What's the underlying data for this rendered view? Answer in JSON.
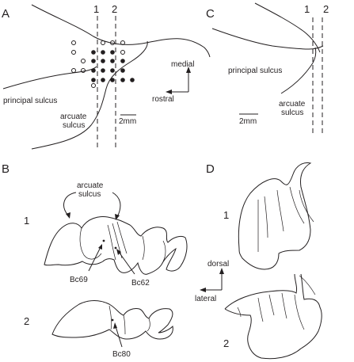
{
  "panels": {
    "a": "A",
    "b": "B",
    "c": "C",
    "d": "D"
  },
  "panel_a": {
    "line_1": "1",
    "line_2": "2",
    "principal_sulcus": "principal sulcus",
    "arcuate_line1": "arcuate",
    "arcuate_line2": "sulcus",
    "scale": "2mm",
    "medial": "medial",
    "rostral": "rostral"
  },
  "panel_b": {
    "arcuate_line1": "arcuate",
    "arcuate_line2": "sulcus",
    "section_1": "1",
    "section_2": "2",
    "site_bc69": "Bc69",
    "site_bc62": "Bc62",
    "site_bc80": "Bc80",
    "dorsal": "dorsal",
    "lateral": "lateral"
  },
  "panel_c": {
    "line_1": "1",
    "line_2": "2",
    "principal_sulcus": "principal sulcus",
    "arcuate_line1": "arcuate",
    "arcuate_line2": "sulcus",
    "scale": "2mm"
  },
  "panel_d": {
    "section_1": "1",
    "section_2": "2"
  },
  "colors": {
    "ink": "#231f20",
    "background": "#ffffff"
  }
}
